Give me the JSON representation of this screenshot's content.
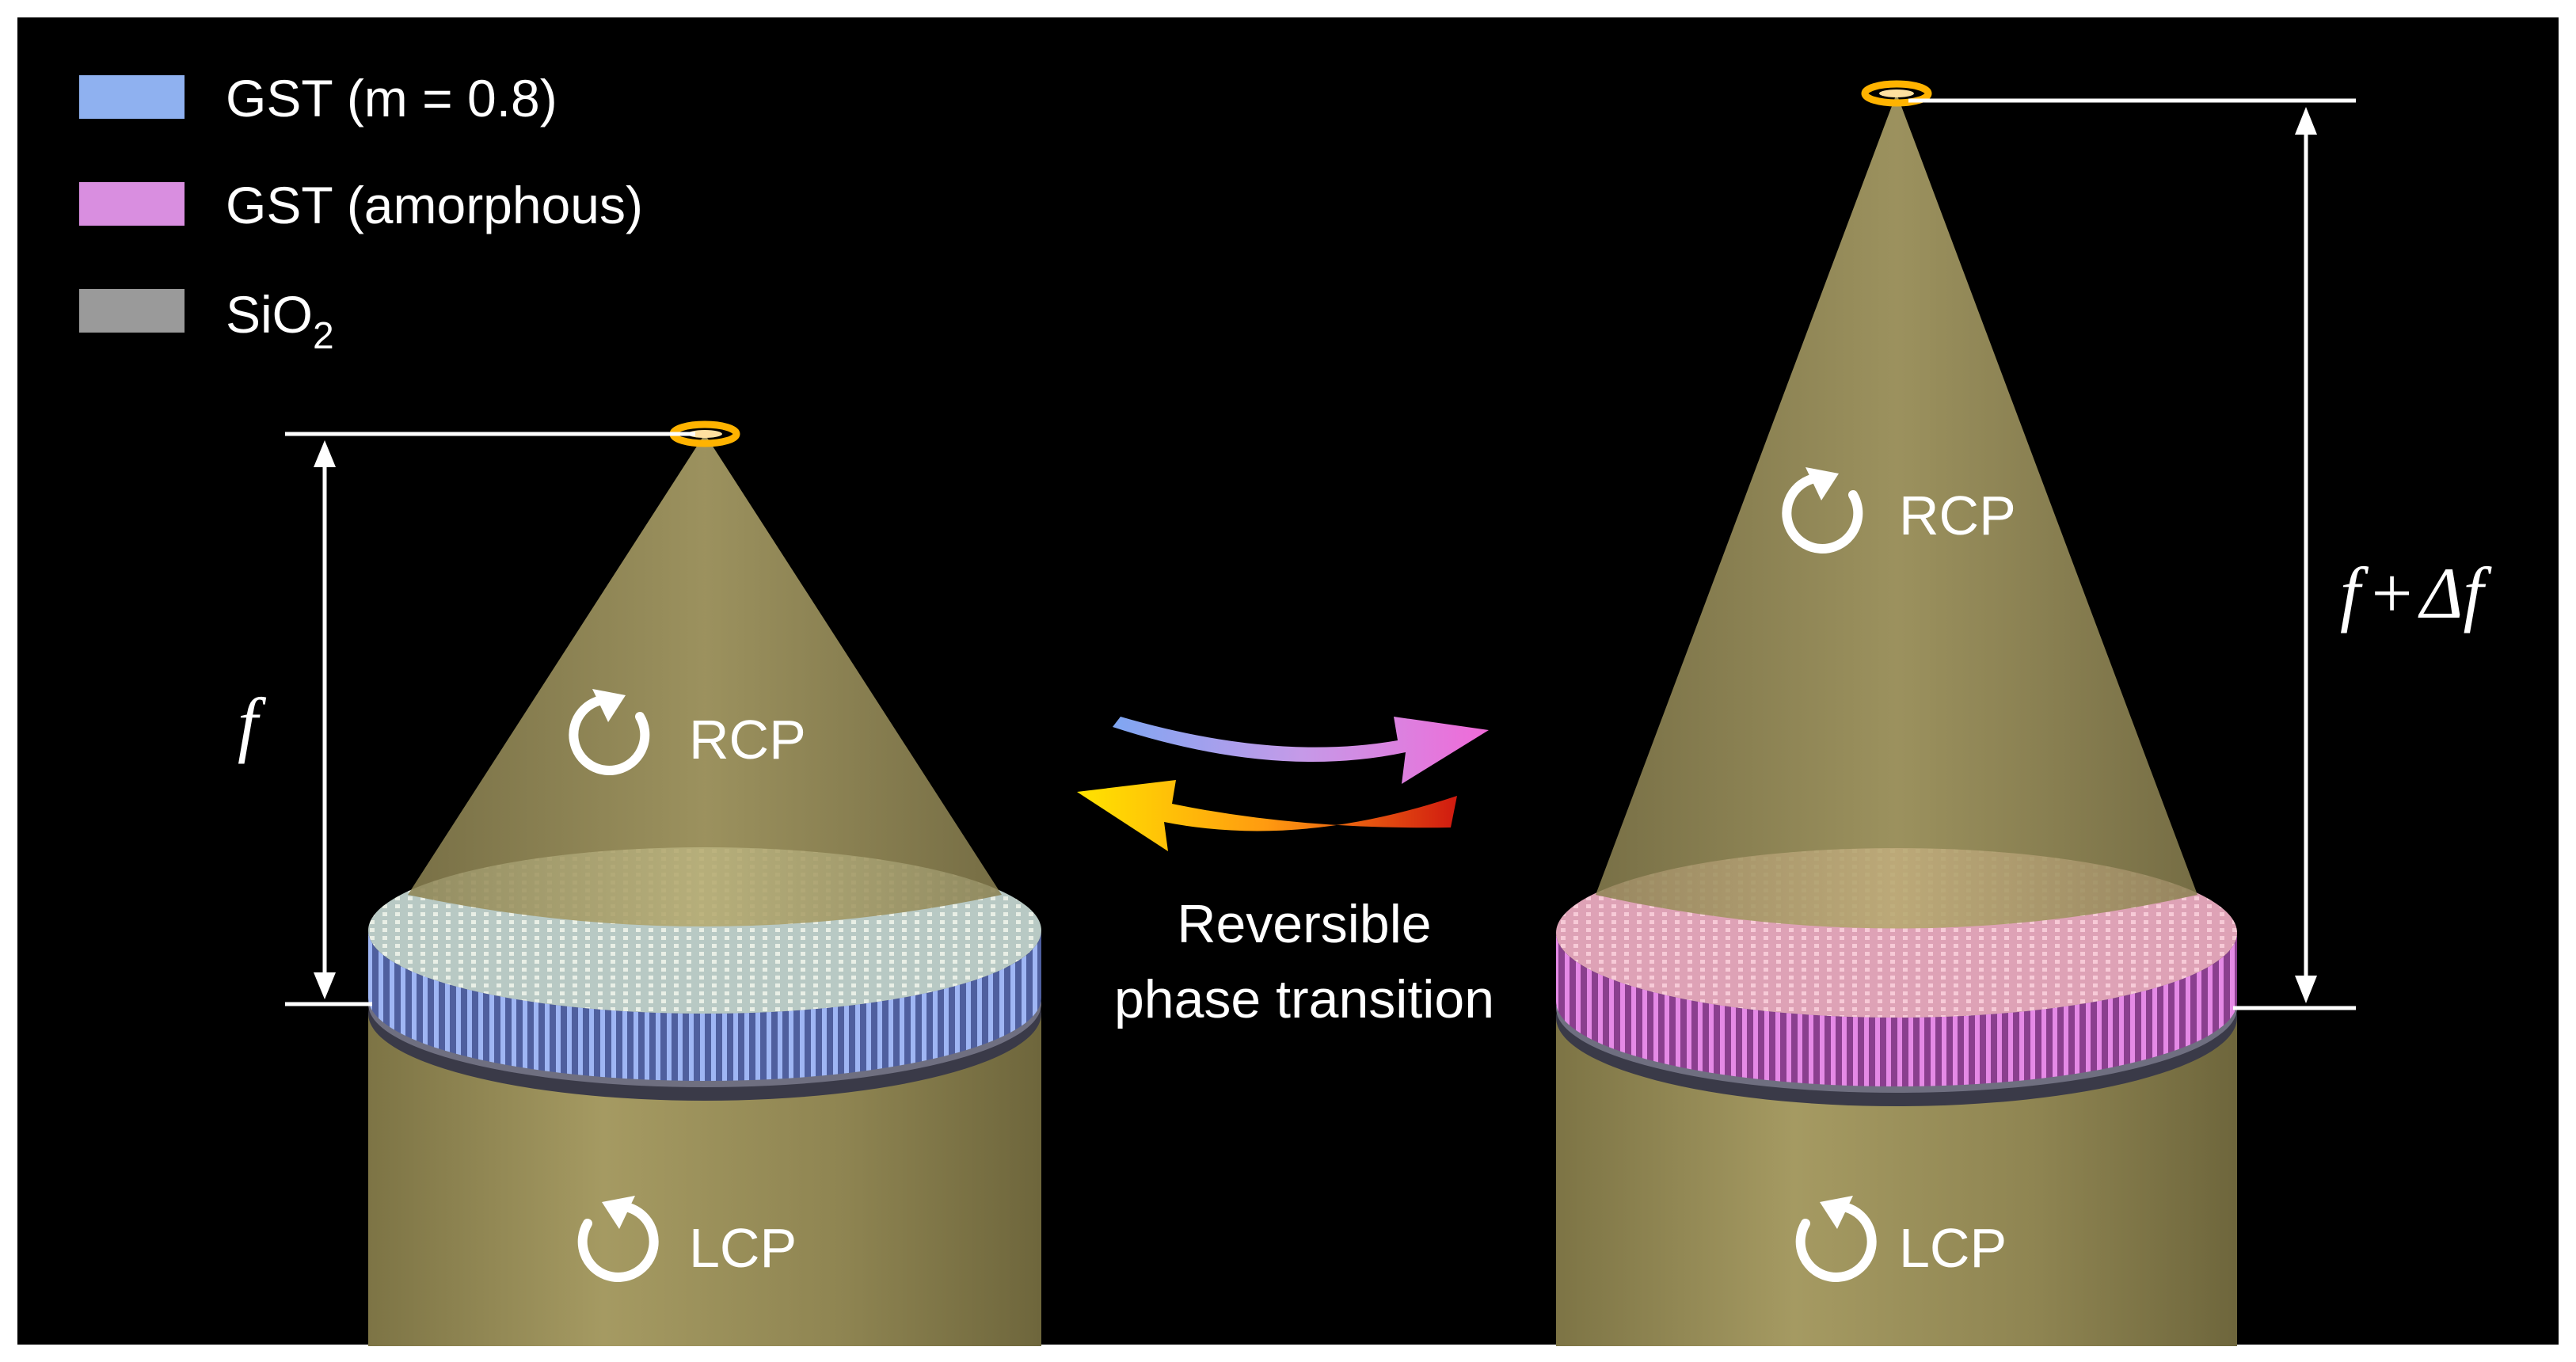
{
  "legend": {
    "items": [
      {
        "label": "GST (m = 0.8)",
        "color": "#8fb1f0"
      },
      {
        "label": "GST (amorphous)",
        "color": "#d98ee0"
      },
      {
        "label_main": "SiO",
        "label_sub": "2",
        "color": "#9a9a9a"
      }
    ]
  },
  "left_lens": {
    "upper_label": "RCP",
    "lower_label": "LCP",
    "focal_label": "f",
    "pillar_color": "#7c8ac8",
    "top_color": "#c7d6c8"
  },
  "right_lens": {
    "upper_label": "RCP",
    "lower_label": "LCP",
    "focal_label_f": "f",
    "focal_label_plus": "+",
    "focal_label_delta": "Δf",
    "pillar_color": "#c76ac9",
    "top_color": "#e8a9c0"
  },
  "transition": {
    "line1": "Reversible",
    "line2": "phase transition"
  },
  "colors": {
    "background": "#000000",
    "border": "#ffffff",
    "beam": "#b4a86a",
    "cylinder": "#958b55",
    "focus_ring": "#ffb300"
  },
  "icons": {
    "upper_polarization": "circular-arrow-icon",
    "lower_polarization": "circular-arrow-icon",
    "focal_arrow": "double-headed-arrow-icon"
  }
}
